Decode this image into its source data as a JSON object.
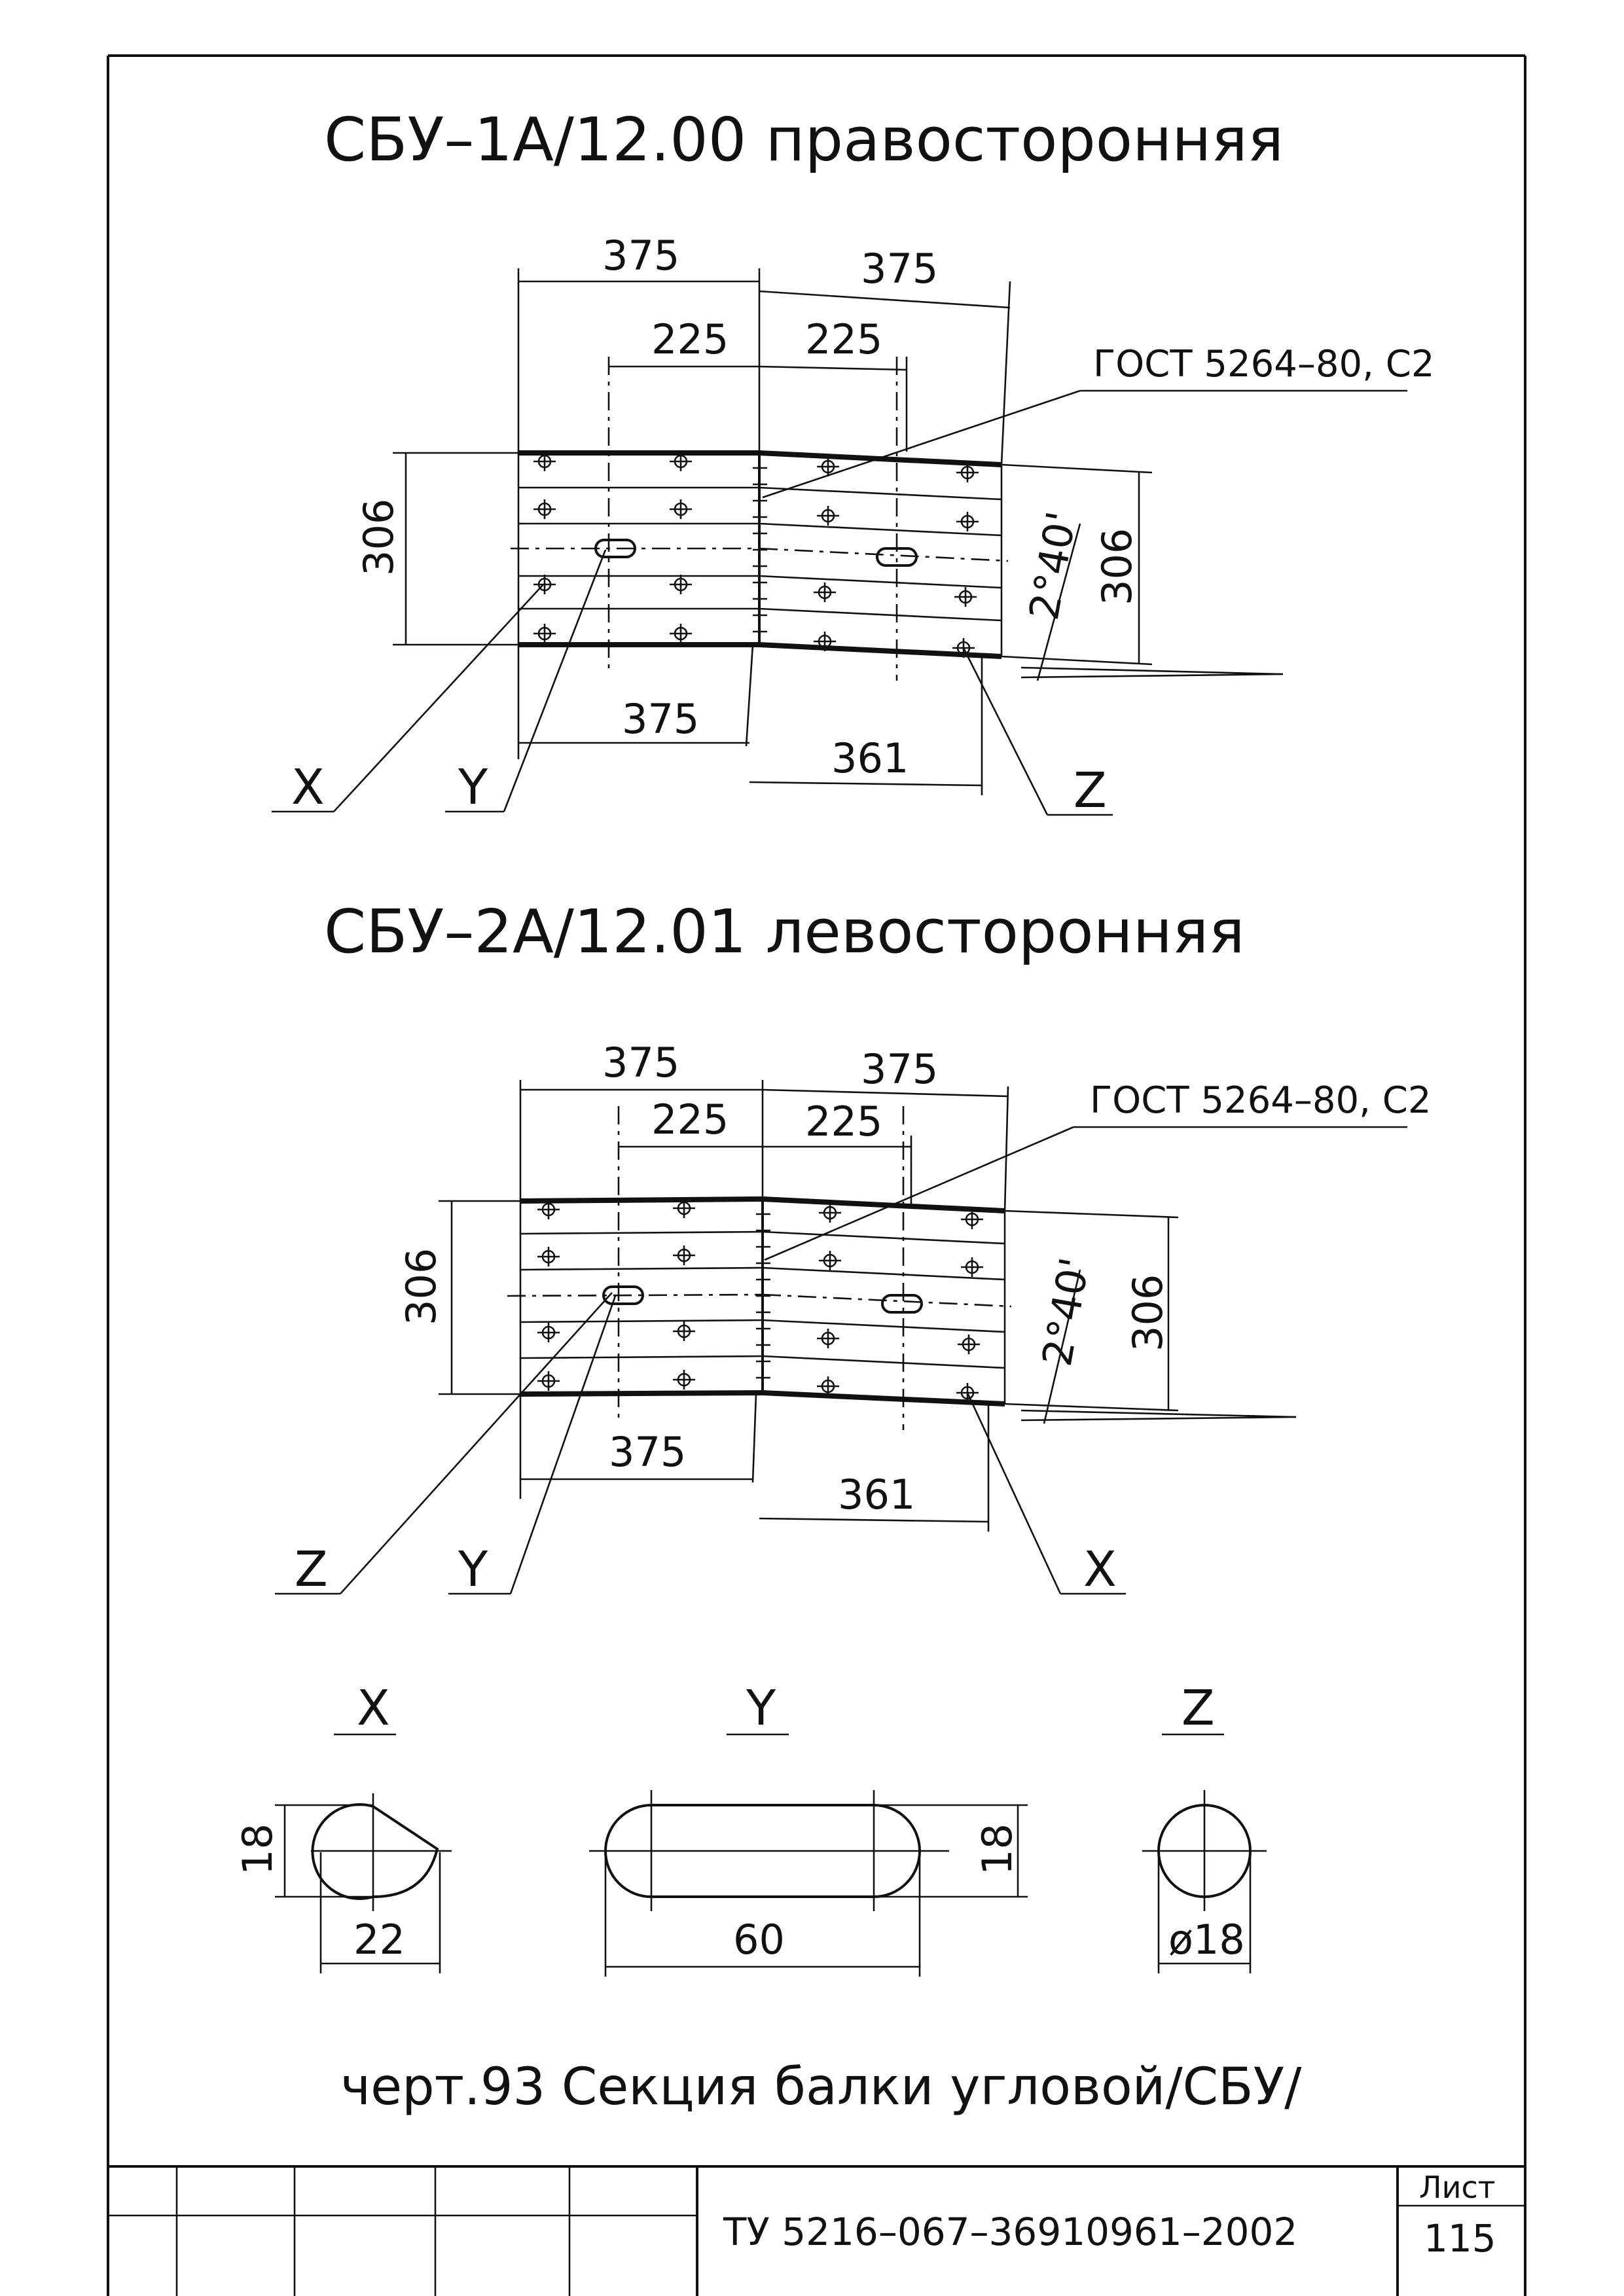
{
  "drawing_top": {
    "title": "СБУ–1А/12.00  правосторонняя",
    "dims": {
      "top_left": "375",
      "top_right": "375",
      "inner_left": "225",
      "inner_right": "225",
      "height_left": "306",
      "height_right": "306",
      "angle": "2°40'",
      "bottom_left": "375",
      "bottom_right": "361"
    },
    "gost": "ГОСТ 5264–80, С2",
    "callouts": {
      "left1": "X",
      "left2": "Y",
      "right": "Z"
    }
  },
  "drawing_bottom": {
    "title": "СБУ–2А/12.01  левосторонняя",
    "dims": {
      "top_left": "375",
      "top_right": "375",
      "inner_left": "225",
      "inner_right": "225",
      "height_left": "306",
      "height_right": "306",
      "angle": "2°40'",
      "bottom_left": "375",
      "bottom_right": "361"
    },
    "gost": "ГОСТ 5264–80, С2",
    "callouts": {
      "left1": "Z",
      "left2": "Y",
      "right": "X"
    }
  },
  "details": {
    "x": {
      "label": "X",
      "height": "18",
      "width": "22"
    },
    "y": {
      "label": "Y",
      "height": "18",
      "width": "60"
    },
    "z": {
      "label": "Z",
      "diameter": "ø18"
    }
  },
  "caption": "черт.93 Секция балки угловой/СБУ/",
  "stamp": {
    "doc_number": "ТУ 5216–067–36910961–2002",
    "sheet_label": "Лист",
    "sheet_number": "115"
  }
}
